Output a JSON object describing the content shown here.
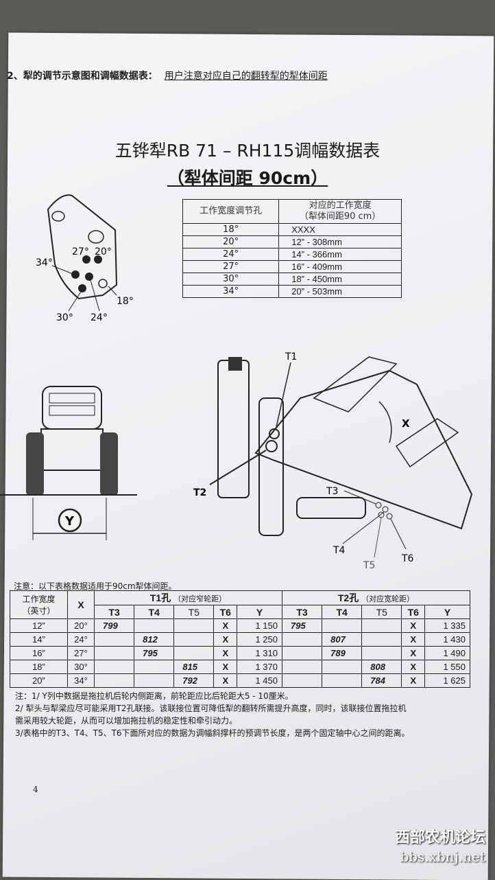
{
  "heading": {
    "text": "2、犁的调节示意图和调幅数据表：",
    "note": "用户注意对应自己的翻转犁的犁体间距"
  },
  "title": {
    "line1": "五铧犁RB 71 – RH115调幅数据表",
    "line2_prefix": "（犁体间距 ",
    "line2_value": "90cm",
    "line2_suffix": "）"
  },
  "width_table": {
    "col1": "工作宽度调节孔",
    "col2_line1": "对应的工作宽度",
    "col2_line2": "（犁体间距90 cm）",
    "rows": [
      {
        "hole": "18°",
        "width": "XXXX"
      },
      {
        "hole": "20°",
        "width": "12”   -   308mm"
      },
      {
        "hole": "24°",
        "width": "14”   -   366mm"
      },
      {
        "hole": "27°",
        "width": "16”   -   409mm"
      },
      {
        "hole": "30°",
        "width": "18”   -   450mm"
      },
      {
        "hole": "34°",
        "width": "20”   -   503mm"
      }
    ]
  },
  "bracket_labels": {
    "a34": "34°",
    "a27": "27°",
    "a20": "20°",
    "a18": "18°",
    "a30": "30°",
    "a24": "24°"
  },
  "plough_labels": {
    "t1": "T1",
    "t2": "T2",
    "t3": "T3",
    "t4": "T4",
    "t5": "T5",
    "t6": "T6",
    "x": "X"
  },
  "tractor_label": "Y",
  "main_note": "注意：以下表格数据适用于90cm犁体间距。",
  "main_table": {
    "h_width": "工作宽度",
    "h_width_unit": "（英寸）",
    "h_x": "X",
    "t1_title": "T1孔",
    "t1_sub": "（对应窄轮距）",
    "t2_title": "T2孔",
    "t2_sub": "（对应宽轮距）",
    "cols": [
      "T3",
      "T4",
      "T5",
      "T6",
      "Y"
    ],
    "rows": [
      {
        "w": "12”",
        "x": "20°",
        "a_t3": "799",
        "a_t4": "",
        "a_t5": "",
        "a_t6": "X",
        "a_y": "1 150",
        "b_t3": "795",
        "b_t4": "",
        "b_t5": "",
        "b_t6": "X",
        "b_y": "1 335"
      },
      {
        "w": "14”",
        "x": "24°",
        "a_t3": "",
        "a_t4": "812",
        "a_t5": "",
        "a_t6": "X",
        "a_y": "1 250",
        "b_t3": "",
        "b_t4": "807",
        "b_t5": "",
        "b_t6": "X",
        "b_y": "1 430"
      },
      {
        "w": "16”",
        "x": "27°",
        "a_t3": "",
        "a_t4": "795",
        "a_t5": "",
        "a_t6": "X",
        "a_y": "1 310",
        "b_t3": "",
        "b_t4": "789",
        "b_t5": "",
        "b_t6": "X",
        "b_y": "1 490"
      },
      {
        "w": "18”",
        "x": "30°",
        "a_t3": "",
        "a_t4": "",
        "a_t5": "815",
        "a_t6": "X",
        "a_y": "1 370",
        "b_t3": "",
        "b_t4": "",
        "b_t5": "808",
        "b_t6": "X",
        "b_y": "1 550"
      },
      {
        "w": "20”",
        "x": "34°",
        "a_t3": "",
        "a_t4": "",
        "a_t5": "792",
        "a_t6": "X",
        "a_y": "1 450",
        "b_t3": "",
        "b_t4": "",
        "b_t5": "784",
        "b_t6": "X",
        "b_y": "1 625"
      }
    ]
  },
  "notes": [
    "注：1/ Y列中数据是拖拉机后轮内侧距离，前轮距应比后轮距大5 - 10厘米。",
    "2/ 犁头与犁梁应尽可能采用T2孔联接。该联接位置可降低犁的翻转所需提升高度，同时，该联接位置拖拉机",
    "需采用较大轮距，从而可以增加拖拉机的稳定性和牵引动力。",
    "3/表格中的T3、T4、T5、T6下面所对应的数据为调幅斜撑杆的预调节长度，是两个固定轴中心之间的距离。"
  ],
  "page_number": "4",
  "watermark": {
    "line1": "西部农机论坛",
    "line2": "bbs.xbnj.net"
  }
}
